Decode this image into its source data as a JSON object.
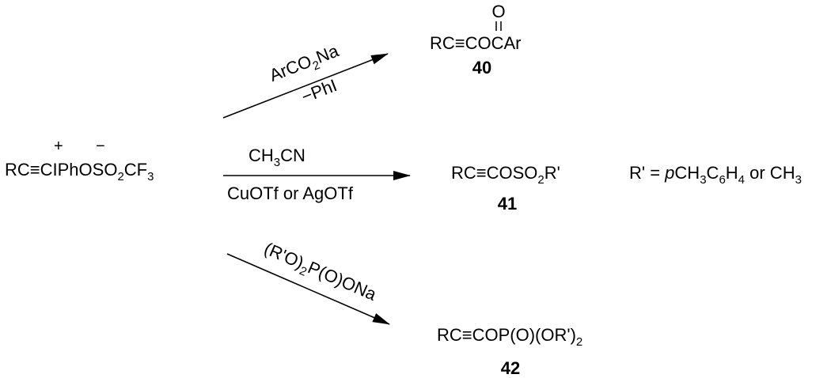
{
  "reactant": {
    "rc": "RC",
    "triple_bond": "≡",
    "main": "CIPhOSO",
    "sub2": "2",
    "cf": "CF",
    "sub3": "3",
    "plus": "+",
    "minus": "−"
  },
  "arrow_top": {
    "reagent_above": {
      "t1": "ArCO",
      "s1": "2",
      "t2": "Na"
    },
    "reagent_below": "−PhI"
  },
  "arrow_middle": {
    "reagent_above": {
      "t1": "CH",
      "s1": "3",
      "t2": "CN"
    },
    "reagent_below": "CuOTf or AgOTf"
  },
  "arrow_bottom": {
    "reagent_above": {
      "t1": "(R'O)",
      "s1": "2",
      "t2": "P(O)ONa"
    }
  },
  "product_40": {
    "formula": "RC≡COCAr",
    "oxygen": "O",
    "label": "40"
  },
  "product_41": {
    "t1": "RC≡COSO",
    "s1": "2",
    "t2": "R'",
    "label": "41"
  },
  "product_42": {
    "t1": "RC≡COP(O)(OR')",
    "s1": "2",
    "label": "42"
  },
  "definition": {
    "t1": "R' = ",
    "italic": "p",
    "t2": "CH",
    "s1": "3",
    "t3": "C",
    "s2": "6",
    "t4": "H",
    "s3": "4",
    "t5": " or CH",
    "s4": "3"
  },
  "colors": {
    "ink": "#000000",
    "background": "#ffffff"
  }
}
